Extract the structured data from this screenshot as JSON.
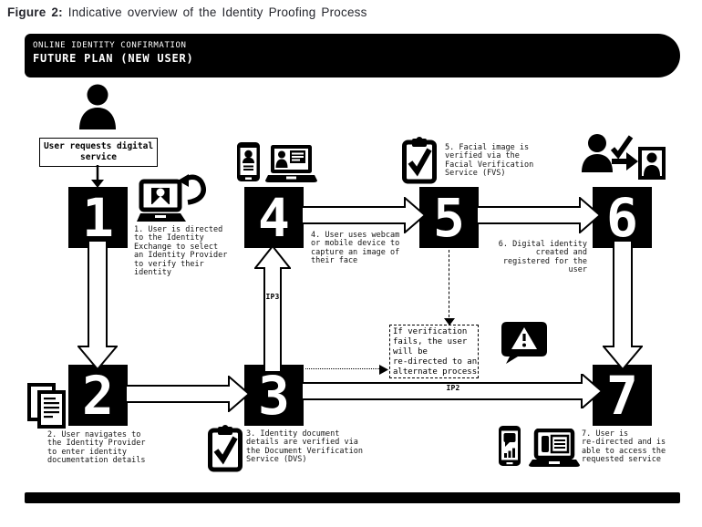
{
  "caption": {
    "prefix": "Figure 2:",
    "text": " Indicative overview of the Identity Proofing Process"
  },
  "banner": {
    "line1": "ONLINE IDENTITY CONFIRMATION",
    "line2": "FUTURE PLAN (NEW USER)"
  },
  "start_label": "User requests digital\nservice",
  "steps": [
    {
      "num": "1",
      "desc": "1. User is directed\nto the Identity\nExchange to select\nan Identity Provider\nto verify their\nidentity"
    },
    {
      "num": "2",
      "desc": "2. User navigates to\nthe Identity Provider\nto enter identity\ndocumentation details"
    },
    {
      "num": "3",
      "desc": "3. Identity document\ndetails are verified via\nthe Document Verification\nService (DVS)"
    },
    {
      "num": "4",
      "desc": "4. User uses webcam\nor mobile device to\ncapture an image of\ntheir face"
    },
    {
      "num": "5",
      "desc": "5. Facial image is\nverified via the\nFacial Verification\nService (FVS)"
    },
    {
      "num": "6",
      "desc": "6. Digital identity\ncreated and\nregistered for the\nuser"
    },
    {
      "num": "7",
      "desc": "7. User is\nre-directed and is\nable to access the\nrequested service"
    }
  ],
  "failure_note": "If verification\nfails, the user\nwill be\nre-directed to an\nalternate process",
  "arrow_labels": {
    "ip3": "IP3",
    "ip2": "IP2"
  },
  "colors": {
    "ink": "#000000",
    "paper": "#ffffff"
  }
}
